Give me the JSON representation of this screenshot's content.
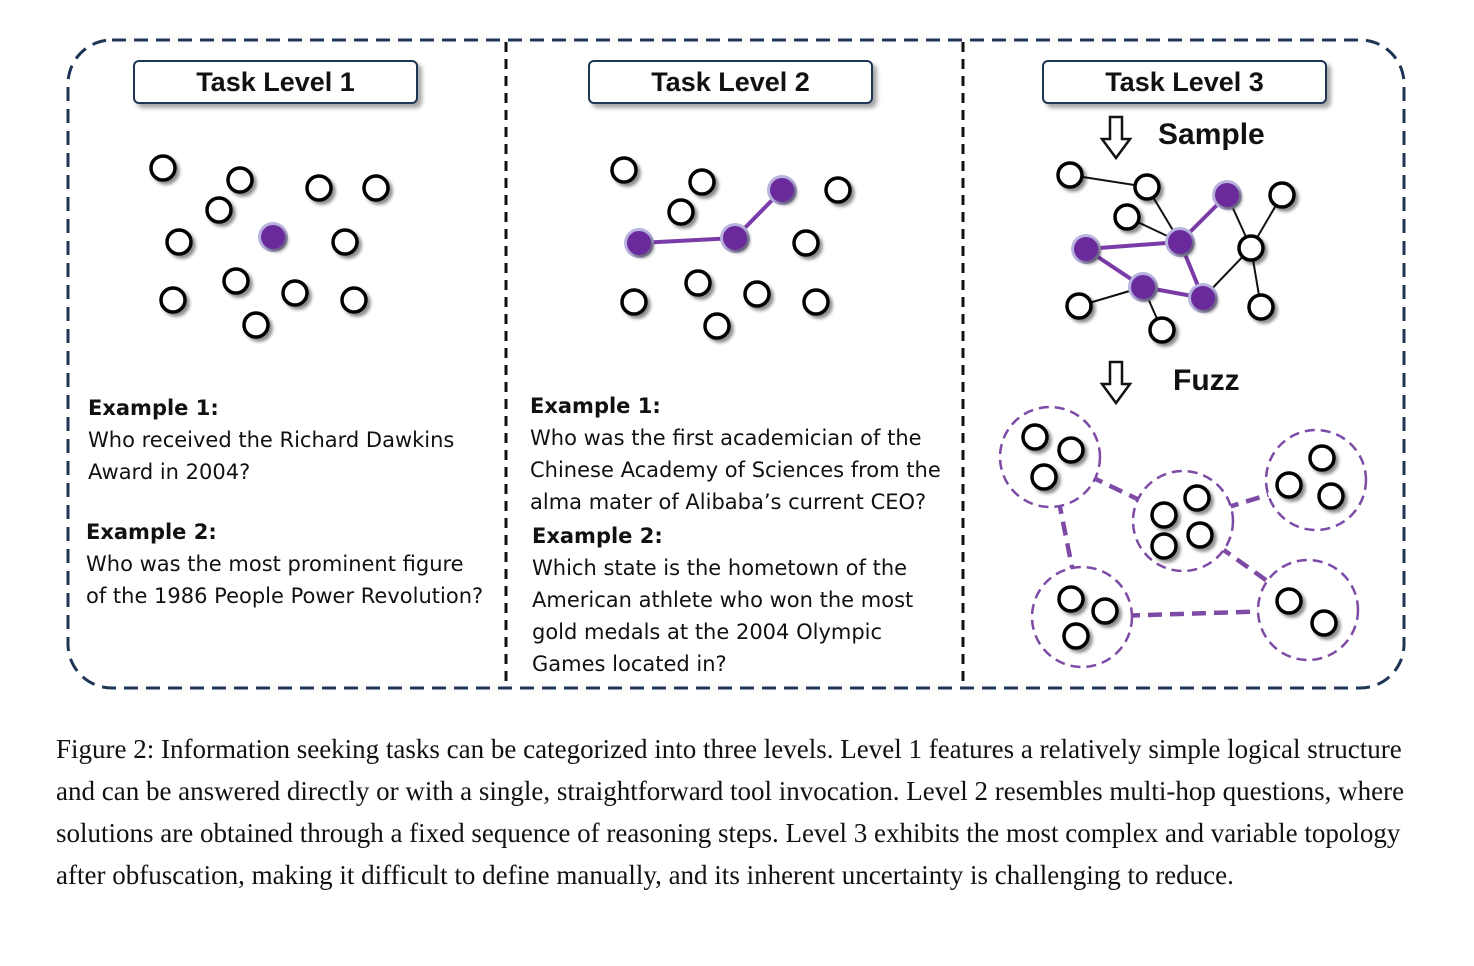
{
  "panels": [
    {
      "title": "Task Level 1",
      "example1_label": "Example 1:",
      "example1_text": "Who received the Richard Dawkins\nAward in 2004?",
      "example2_label": "Example 2:",
      "example2_text": "Who was the most prominent figure\nof the 1986 People Power Revolution?"
    },
    {
      "title": "Task Level 2",
      "example1_label": "Example 1:",
      "example1_text": "Who was the first academician of the\nChinese Academy of Sciences from the\nalma mater of Alibaba’s current CEO?",
      "example2_label": "Example 2:",
      "example2_text": "Which state is the hometown of the\nAmerican athlete who won the most\ngold medals at the 2004 Olympic\nGames located in?"
    },
    {
      "title": "Task Level 3",
      "step1_label": "Sample",
      "step2_label": "Fuzz"
    }
  ],
  "caption": "Figure 2: Information seeking tasks can be categorized into three levels. Level 1 features a relatively simple logical structure and can be answered directly or with a single, straightforward tool invocation. Level 2 resembles multi-hop questions, where solutions are obtained through a fixed sequence of reasoning steps. Level 3 exhibits the most complex and variable topology after obfuscation, making it difficult to define manually, and its inherent uncertainty is challenging to reduce.",
  "colors": {
    "frame": "#1f3556",
    "highlight_node": "#6a2a9c",
    "highlight_edge": "#7a3aa8",
    "node_halo": "#b9b3e0",
    "cluster_dash": "#7d4aa6"
  }
}
